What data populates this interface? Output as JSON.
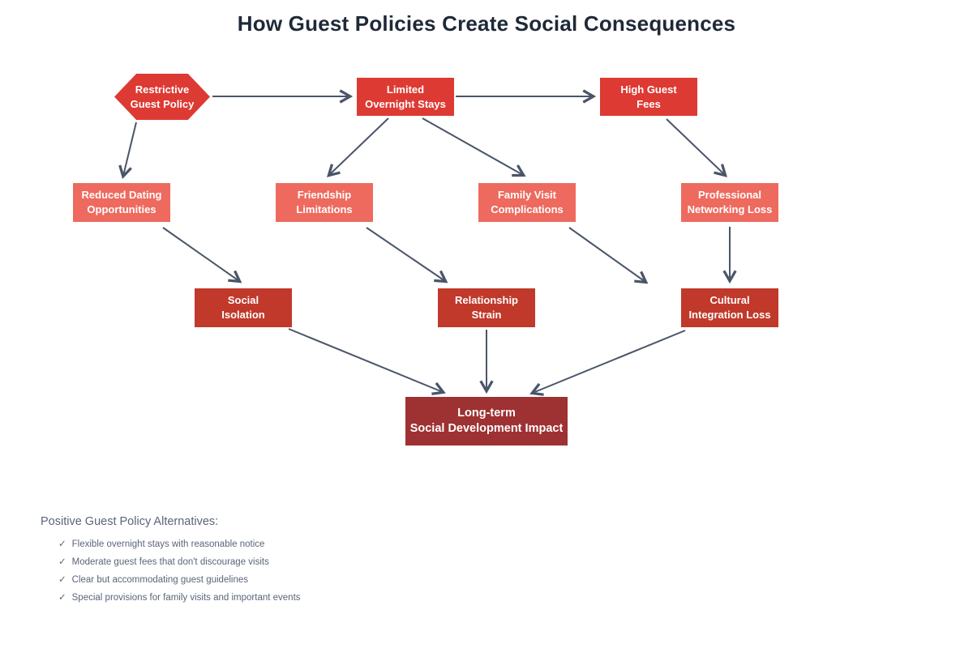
{
  "title": "How Guest Policies Create Social Consequences",
  "colors": {
    "title": "#1f2937",
    "arrow": "#4a5568",
    "level1": "#dd3a33",
    "level2": "#ee6a5e",
    "level3": "#c0392b",
    "level4": "#9e3132",
    "slate": "#5a6578",
    "node_text": "#ffffff"
  },
  "nodes": {
    "restrictive": {
      "line1": "Restrictive",
      "line2": "Guest Policy",
      "shape": "hexagon"
    },
    "overnight": {
      "line1": "Limited",
      "line2": "Overnight Stays",
      "shape": "rect"
    },
    "fees": {
      "line1": "High Guest",
      "line2": "Fees",
      "shape": "rect"
    },
    "dating": {
      "line1": "Reduced Dating",
      "line2": "Opportunities",
      "shape": "rect"
    },
    "friendship": {
      "line1": "Friendship",
      "line2": "Limitations",
      "shape": "rect"
    },
    "family": {
      "line1": "Family Visit",
      "line2": "Complications",
      "shape": "rect"
    },
    "networking": {
      "line1": "Professional",
      "line2": "Networking Loss",
      "shape": "rect"
    },
    "isolation": {
      "line1": "Social",
      "line2": "Isolation",
      "shape": "rect"
    },
    "strain": {
      "line1": "Relationship",
      "line2": "Strain",
      "shape": "rect"
    },
    "cultural": {
      "line1": "Cultural",
      "line2": "Integration Loss",
      "shape": "rect"
    },
    "longterm": {
      "line1": "Long-term",
      "line2": "Social Development Impact",
      "shape": "rect"
    }
  },
  "edges": [
    "restrictive->overnight",
    "overnight->fees",
    "restrictive->dating",
    "overnight->friendship",
    "overnight->family",
    "fees->networking",
    "dating->isolation",
    "friendship->strain",
    "family->cultural",
    "networking->cultural",
    "isolation->longterm",
    "strain->longterm",
    "cultural->longterm"
  ],
  "alternatives": {
    "heading": "Positive Guest Policy Alternatives:",
    "check_glyph": "✓",
    "items": [
      "Flexible overnight stays with reasonable notice",
      "Moderate guest fees that don't discourage visits",
      "Clear but accommodating guest guidelines",
      "Special provisions for family visits and important events"
    ]
  }
}
